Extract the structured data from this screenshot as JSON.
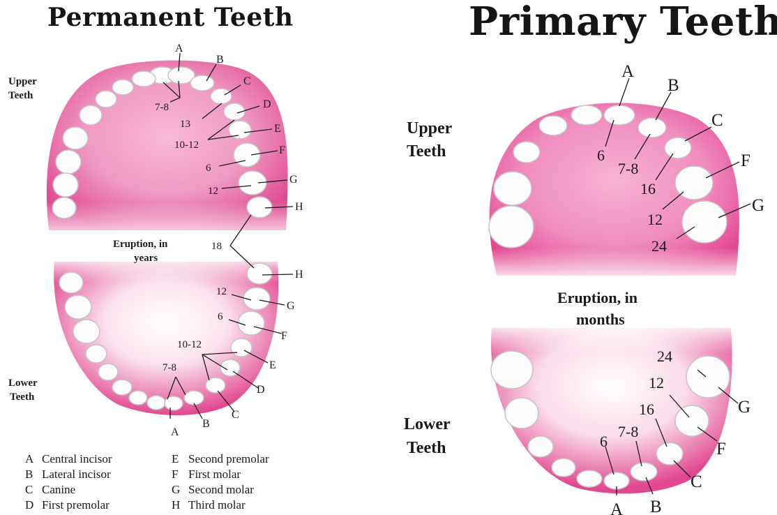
{
  "permanent": {
    "title": "Permanent Teeth",
    "upper_label": [
      "Upper",
      "Teeth"
    ],
    "lower_label": [
      "Lower",
      "Teeth"
    ],
    "eruption_caption": [
      "Eruption, in",
      "years"
    ],
    "upper_letters": [
      "A",
      "B",
      "C",
      "D",
      "E",
      "F",
      "G",
      "H"
    ],
    "upper_ages": [
      "7-8",
      "13",
      "10-12",
      "6",
      "12"
    ],
    "shared_age": "18",
    "lower_letters": [
      "H",
      "G",
      "F",
      "E",
      "D",
      "C",
      "B",
      "A"
    ],
    "lower_ages": [
      "12",
      "6",
      "10-12",
      "7-8"
    ]
  },
  "primary": {
    "title": "Primary Teeth",
    "upper_label": [
      "Upper",
      "Teeth"
    ],
    "lower_label": [
      "Lower",
      "Teeth"
    ],
    "eruption_caption": [
      "Eruption, in",
      "months"
    ],
    "upper_letters": [
      "A",
      "B",
      "C",
      "F",
      "G"
    ],
    "upper_ages": [
      "6",
      "7-8",
      "16",
      "12",
      "24"
    ],
    "lower_letters": [
      "G",
      "F",
      "C",
      "B",
      "A"
    ],
    "lower_ages": [
      "24",
      "12",
      "16",
      "7-8",
      "6"
    ]
  },
  "legend": [
    {
      "key": "A",
      "name": "Central incisor"
    },
    {
      "key": "B",
      "name": "Lateral incisor"
    },
    {
      "key": "C",
      "name": "Canine"
    },
    {
      "key": "D",
      "name": "First premolar"
    },
    {
      "key": "E",
      "name": "Second premolar"
    },
    {
      "key": "F",
      "name": "First molar"
    },
    {
      "key": "G",
      "name": "Second molar"
    },
    {
      "key": "H",
      "name": "Third molar"
    }
  ],
  "colors": {
    "gum": "#e2488f",
    "palate": "#f4a6cc",
    "tooth": "#fbfbfb",
    "tooth_edge": "#c9c2c8"
  }
}
